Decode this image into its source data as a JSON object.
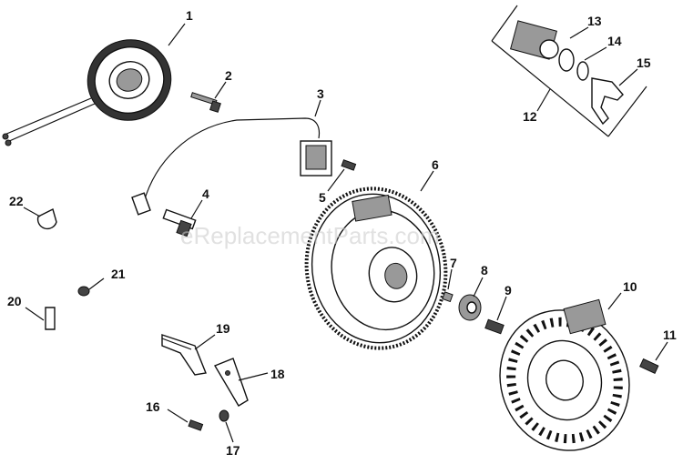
{
  "watermark": "eReplacementParts.com",
  "labels": [
    "1",
    "2",
    "3",
    "4",
    "5",
    "6",
    "7",
    "8",
    "9",
    "10",
    "11",
    "12",
    "13",
    "14",
    "15",
    "16",
    "17",
    "18",
    "19",
    "20",
    "21",
    "22"
  ]
}
